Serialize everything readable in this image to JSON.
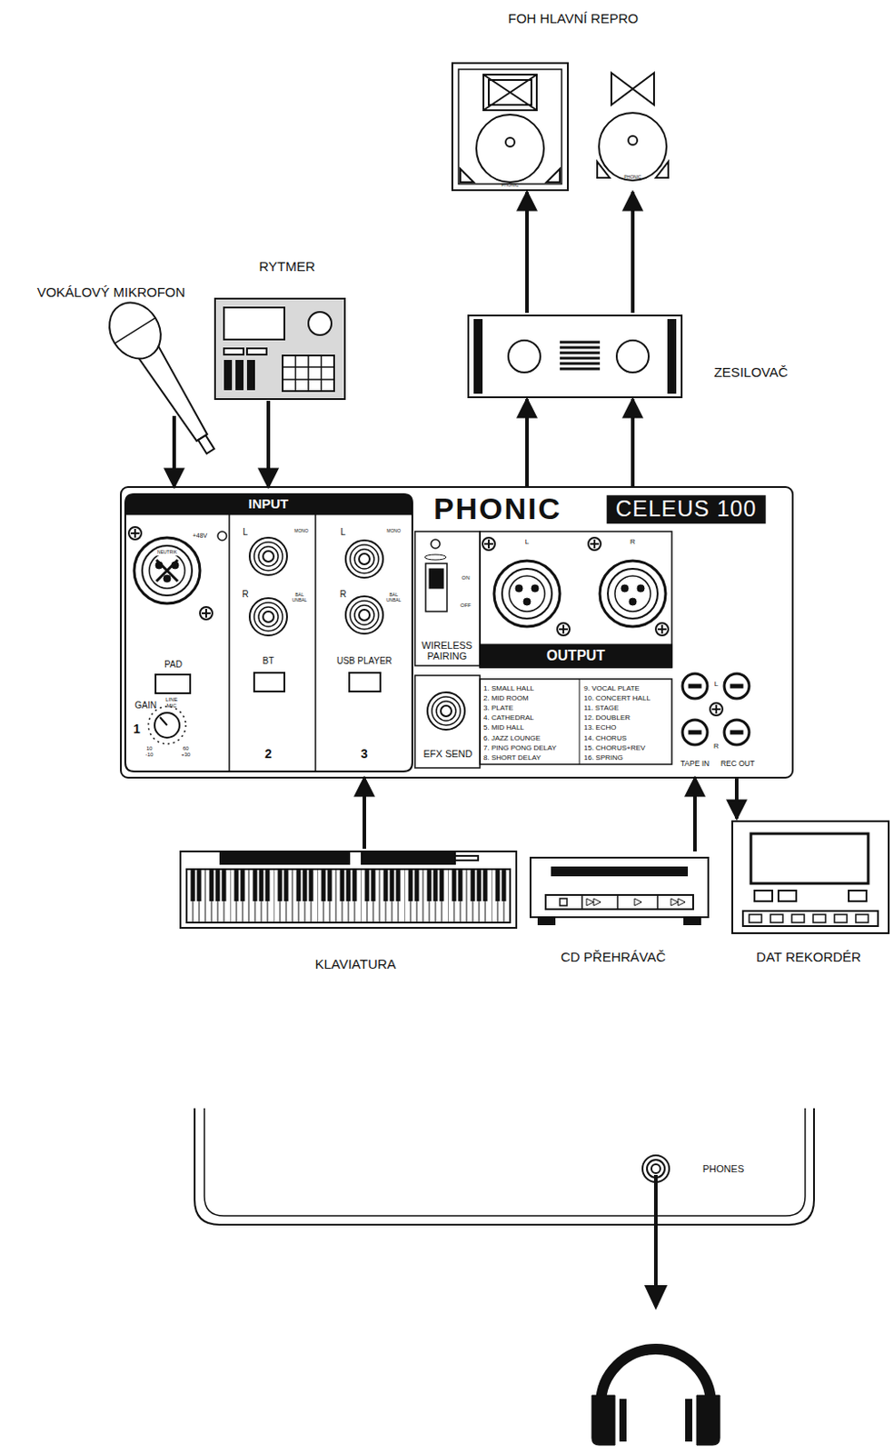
{
  "diagram": {
    "nodes": [
      {
        "text": [
          "FOH HLAVNÍ REPRO"
        ]
      },
      {
        "text": [
          "RYTMER"
        ]
      },
      {
        "text": [
          "VOKÁLOVÝ MIKROFON"
        ]
      },
      {
        "text": [
          "ZESILOVAČ"
        ]
      },
      {
        "text": [
          "PHONIC",
          "CELEUS 100"
        ]
      },
      {
        "text": [
          "KLAVIATURA"
        ]
      },
      {
        "text": [
          "CD PŘEHRÁVAČ"
        ]
      },
      {
        "text": [
          "DAT REKORDÉR"
        ]
      },
      {
        "text": [
          "PHONES"
        ]
      }
    ],
    "edges": [
      {
        "from": 2,
        "to": 4,
        "arrow": "to"
      },
      {
        "from": 1,
        "to": 4,
        "arrow": "to"
      },
      {
        "from": 5,
        "to": 4,
        "arrow": "to"
      },
      {
        "from": 4,
        "to": 3,
        "arrow": "to"
      },
      {
        "from": 4,
        "to": 3,
        "arrow": "to"
      },
      {
        "from": 3,
        "to": 0,
        "arrow": "to"
      },
      {
        "from": 3,
        "to": 0,
        "arrow": "to"
      },
      {
        "from": 6,
        "to": 4,
        "arrow": "to"
      },
      {
        "from": 4,
        "to": 7,
        "arrow": "to"
      }
    ],
    "labels": [
      "PHONIC",
      "PHONIC",
      "INPUT",
      "+48V",
      "NEUTRIK",
      "PAD",
      "GAIN",
      "LINE MIC",
      "1",
      "10 -10",
      "60 +30",
      "L",
      "MONO",
      "R",
      "BAL UNBAL",
      "BT",
      "2",
      "L",
      "MONO",
      "R",
      "BAL UNBAL",
      "USB PLAYER",
      "3",
      "ON",
      "OFF",
      "WIRELESS PAIRING",
      "L",
      "R",
      "OUTPUT",
      "EFX SEND",
      "1. SMALL HALL",
      "2. MID ROOM",
      "3. PLATE",
      "4. CATHEDRAL",
      "5. MID HALL",
      "6. JAZZ LOUNGE",
      "7. PING PONG DELAY",
      "8. SHORT DELAY",
      "9. VOCAL PLATE",
      "10. CONCERT HALL",
      "11. STAGE",
      "12. DOUBLER",
      "13. ECHO",
      "14. CHORUS",
      "15. CHORUS+REV",
      "16. SPRING",
      "L",
      "R",
      "TAPE IN",
      "REC OUT"
    ]
  }
}
